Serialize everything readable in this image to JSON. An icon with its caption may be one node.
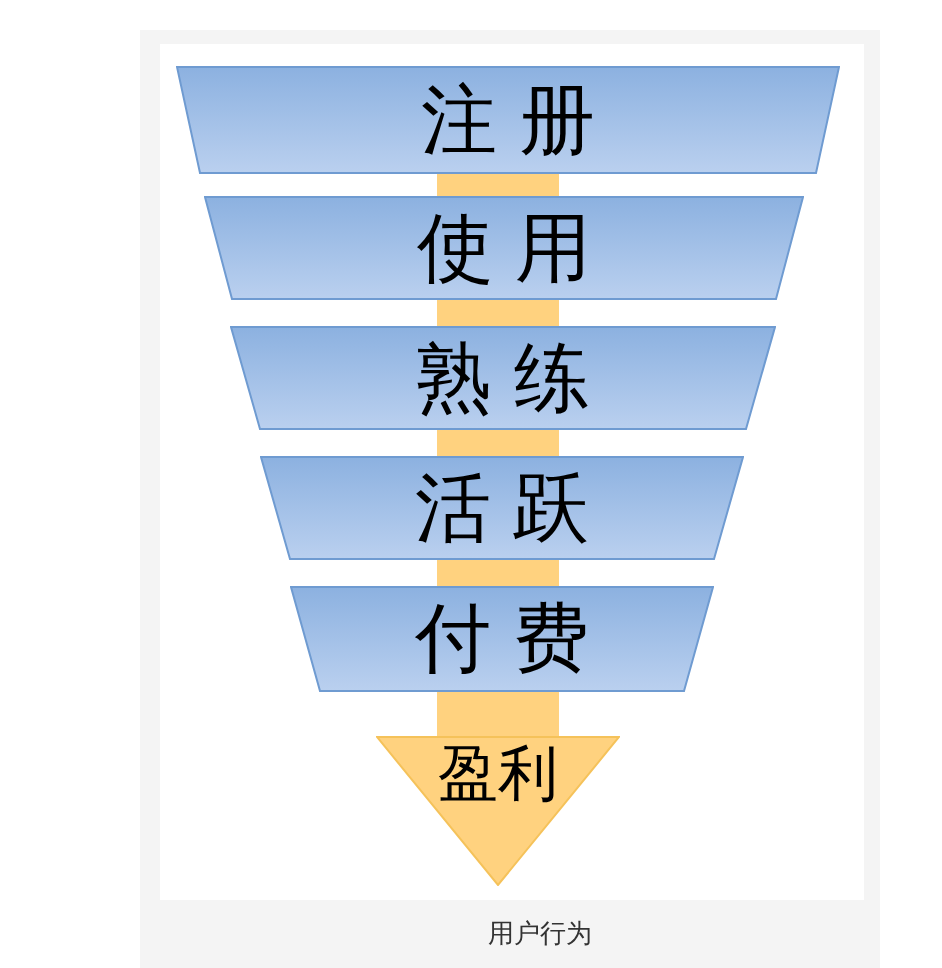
{
  "diagram": {
    "caption": "用户行为",
    "nodes": [
      {
        "text": [
          "注册"
        ]
      },
      {
        "text": [
          "使用"
        ]
      },
      {
        "text": [
          "熟练"
        ]
      },
      {
        "text": [
          "活跃"
        ]
      },
      {
        "text": [
          "付费"
        ]
      },
      {
        "text": [
          "盈利"
        ]
      }
    ],
    "edges": [
      {
        "from": 0,
        "to": 1,
        "arrow": "none"
      },
      {
        "from": 1,
        "to": 2,
        "arrow": "none"
      },
      {
        "from": 2,
        "to": 3,
        "arrow": "none"
      },
      {
        "from": 3,
        "to": 4,
        "arrow": "none"
      },
      {
        "from": 4,
        "to": 5,
        "arrow": "none"
      }
    ]
  }
}
